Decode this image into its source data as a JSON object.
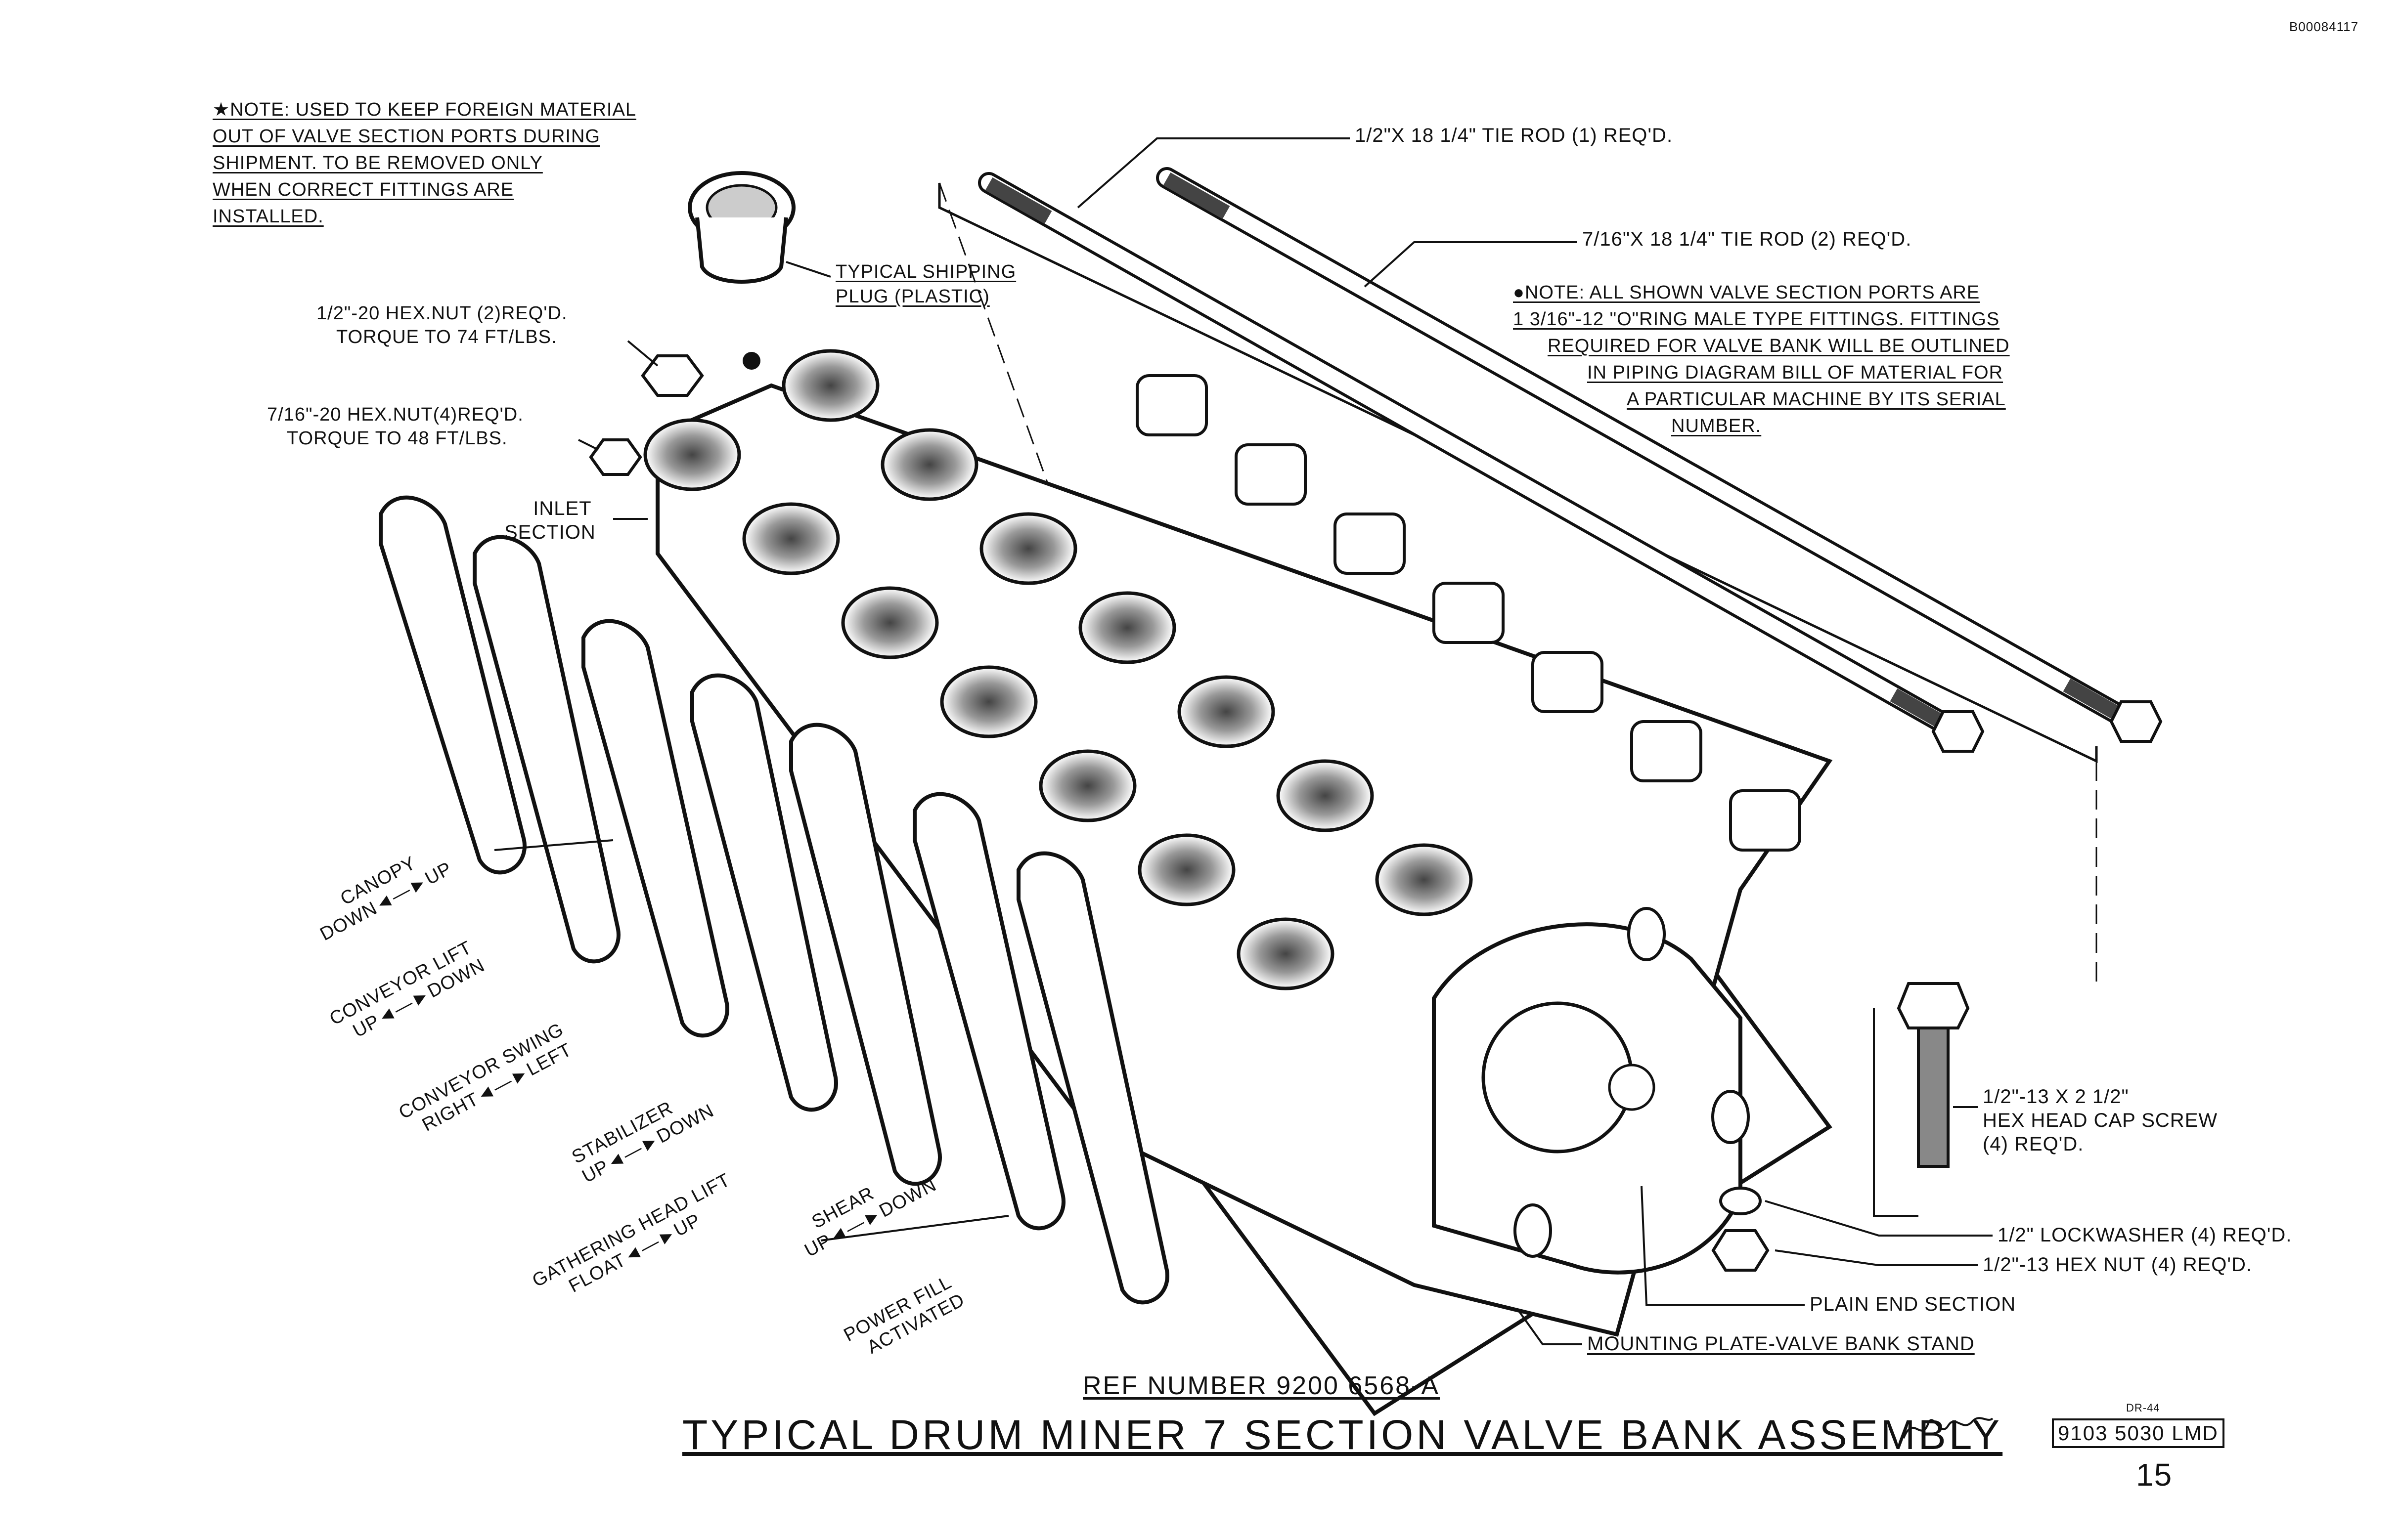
{
  "corner_id": "B00084117",
  "shipping_note": {
    "lines": [
      "★NOTE: USED TO KEEP FOREIGN MATERIAL",
      "OUT OF VALVE SECTION PORTS DURING",
      "SHIPMENT. TO BE REMOVED ONLY",
      "WHEN CORRECT FITTINGS ARE",
      "INSTALLED."
    ]
  },
  "callouts": {
    "tie_rod_1": "1/2\"X 18 1/4\" TIE ROD (1) REQ'D.",
    "tie_rod_2": "7/16\"X 18 1/4\" TIE ROD (2) REQ'D.",
    "shipping_plug": [
      "TYPICAL SHIPPING",
      "PLUG (PLASTIC)"
    ],
    "hex_nut_half": [
      "1/2\"-20 HEX.NUT (2)REQ'D.",
      "TORQUE TO 74 FT/LBS."
    ],
    "hex_nut_7_16": [
      "7/16\"-20 HEX.NUT(4)REQ'D.",
      "TORQUE TO 48 FT/LBS."
    ],
    "inlet_section": [
      "INLET",
      "SECTION"
    ],
    "cap_screw": [
      "1/2\"-13 X 2 1/2\"",
      "HEX HEAD CAP SCREW",
      "(4) REQ'D."
    ],
    "lockwasher": "1/2\" LOCKWASHER (4) REQ'D.",
    "hex_nut_13": "1/2\"-13  HEX NUT (4) REQ'D.",
    "plain_end_section": "PLAIN END SECTION",
    "mounting_plate": "MOUNTING PLATE-VALVE BANK STAND"
  },
  "ports_note": {
    "lines": [
      "●NOTE: ALL SHOWN VALVE SECTION PORTS ARE",
      "1 3/16\"-12 \"O\"RING MALE TYPE FITTINGS. FITTINGS",
      "REQUIRED FOR VALVE BANK WILL BE OUTLINED",
      "IN PIPING DIAGRAM BILL OF MATERIAL FOR",
      "A PARTICULAR MACHINE BY ITS SERIAL",
      "NUMBER."
    ]
  },
  "levers": [
    {
      "name": "CANOPY",
      "action": "DOWN◄—►UP"
    },
    {
      "name": "CONVEYOR LIFT",
      "action": "UP◄—►DOWN"
    },
    {
      "name": "CONVEYOR SWING",
      "action": "RIGHT◄—►LEFT"
    },
    {
      "name": "STABILIZER",
      "action": "UP◄—►DOWN"
    },
    {
      "name": "GATHERING HEAD LIFT",
      "action": "FLOAT◄—►UP"
    },
    {
      "name": "SHEAR",
      "action": "UP◄—►DOWN"
    },
    {
      "name": "POWER FILL",
      "action": "ACTIVATED"
    }
  ],
  "ref_number": "REF NUMBER 9200 6568-A",
  "title": "TYPICAL DRUM MINER 7 SECTION VALVE BANK ASSEMBLY",
  "approval_rev": "DR-44",
  "drawing_number": "9103 5030 LMD",
  "page_number": "15",
  "colors": {
    "ink": "#111111",
    "paper": "#ffffff",
    "shade": "#bdbdbd"
  }
}
